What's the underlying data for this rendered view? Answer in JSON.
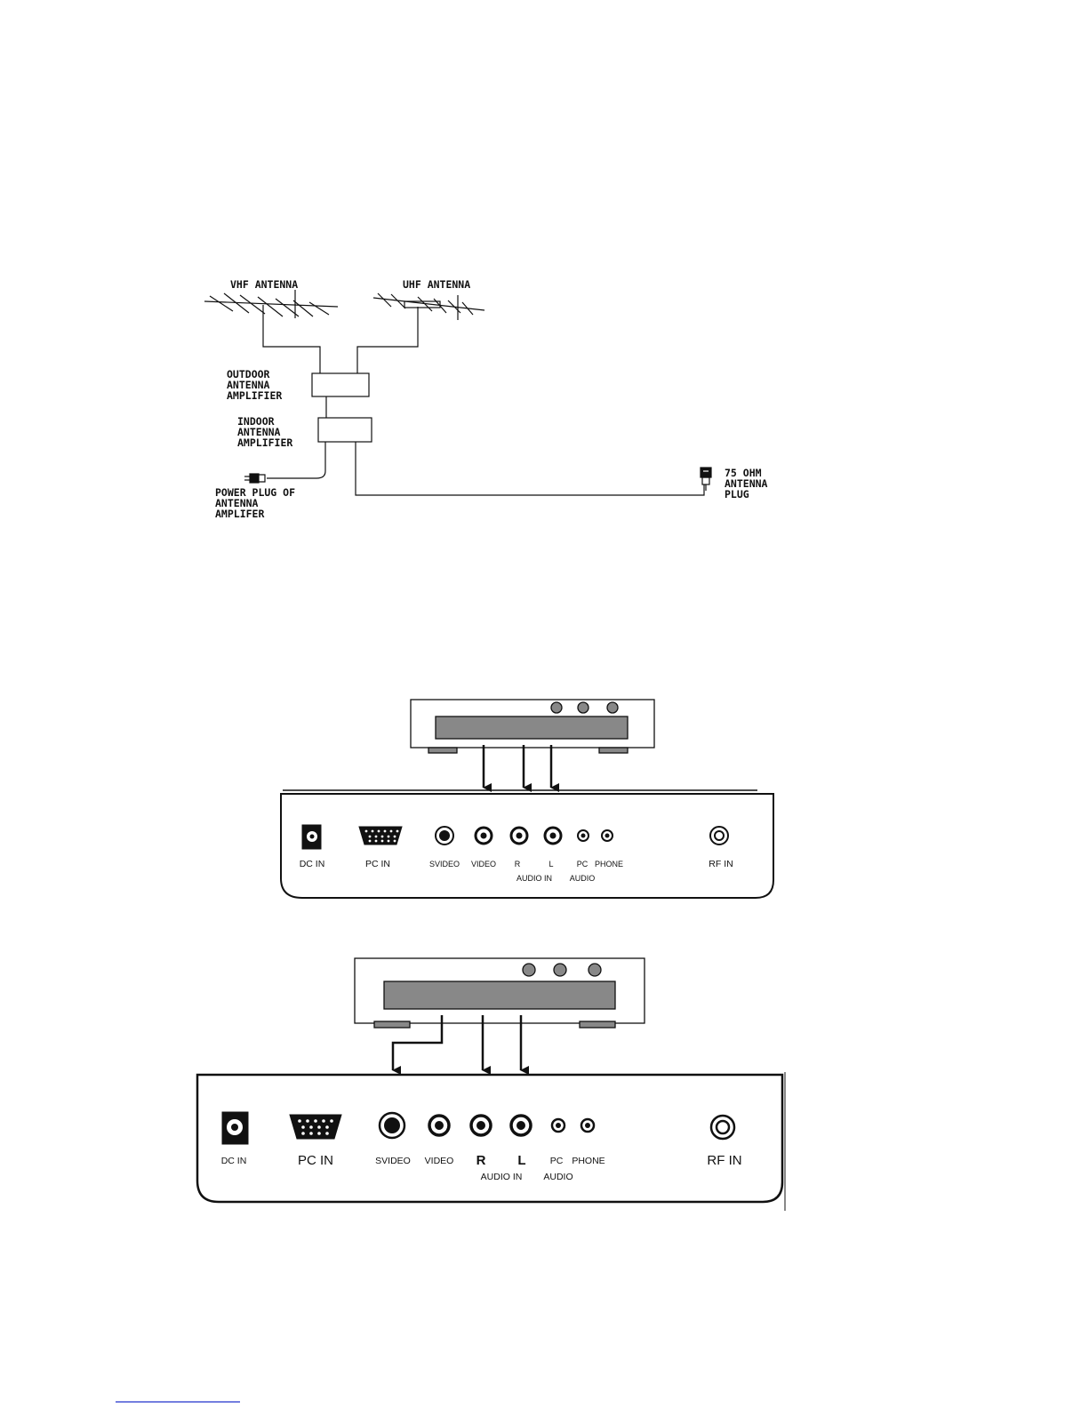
{
  "antenna_diagram": {
    "vhf_label": "VHF ANTENNA",
    "uhf_label": "UHF ANTENNA",
    "outdoor_amp": [
      "OUTDOOR",
      "ANTENNA",
      "AMPLIFIER"
    ],
    "indoor_amp": [
      "INDOOR",
      "ANTENNA",
      "AMPLIFIER"
    ],
    "power_plug": [
      "POWER PLUG OF",
      "ANTENNA",
      "AMPLIFER"
    ],
    "antenna_plug": [
      "75 OHM",
      "ANTENNA",
      "PLUG"
    ]
  },
  "panel1": {
    "dc_in": "DC IN",
    "pc_in": "PC IN",
    "svideo": "SVIDEO",
    "video": "VIDEO",
    "r": "R",
    "l": "L",
    "audio_in": "AUDIO IN",
    "pc": "PC",
    "phone": "PHONE",
    "audio": "AUDIO",
    "rf_in": "RF IN"
  },
  "panel2": {
    "dc_in": "DC IN",
    "pc_in": "PC IN",
    "svideo": "SVIDEO",
    "video": "VIDEO",
    "r": "R",
    "l": "L",
    "audio_in": "AUDIO IN",
    "pc": "PC",
    "phone": "PHONE",
    "audio": "AUDIO",
    "rf_in": "RF IN"
  }
}
